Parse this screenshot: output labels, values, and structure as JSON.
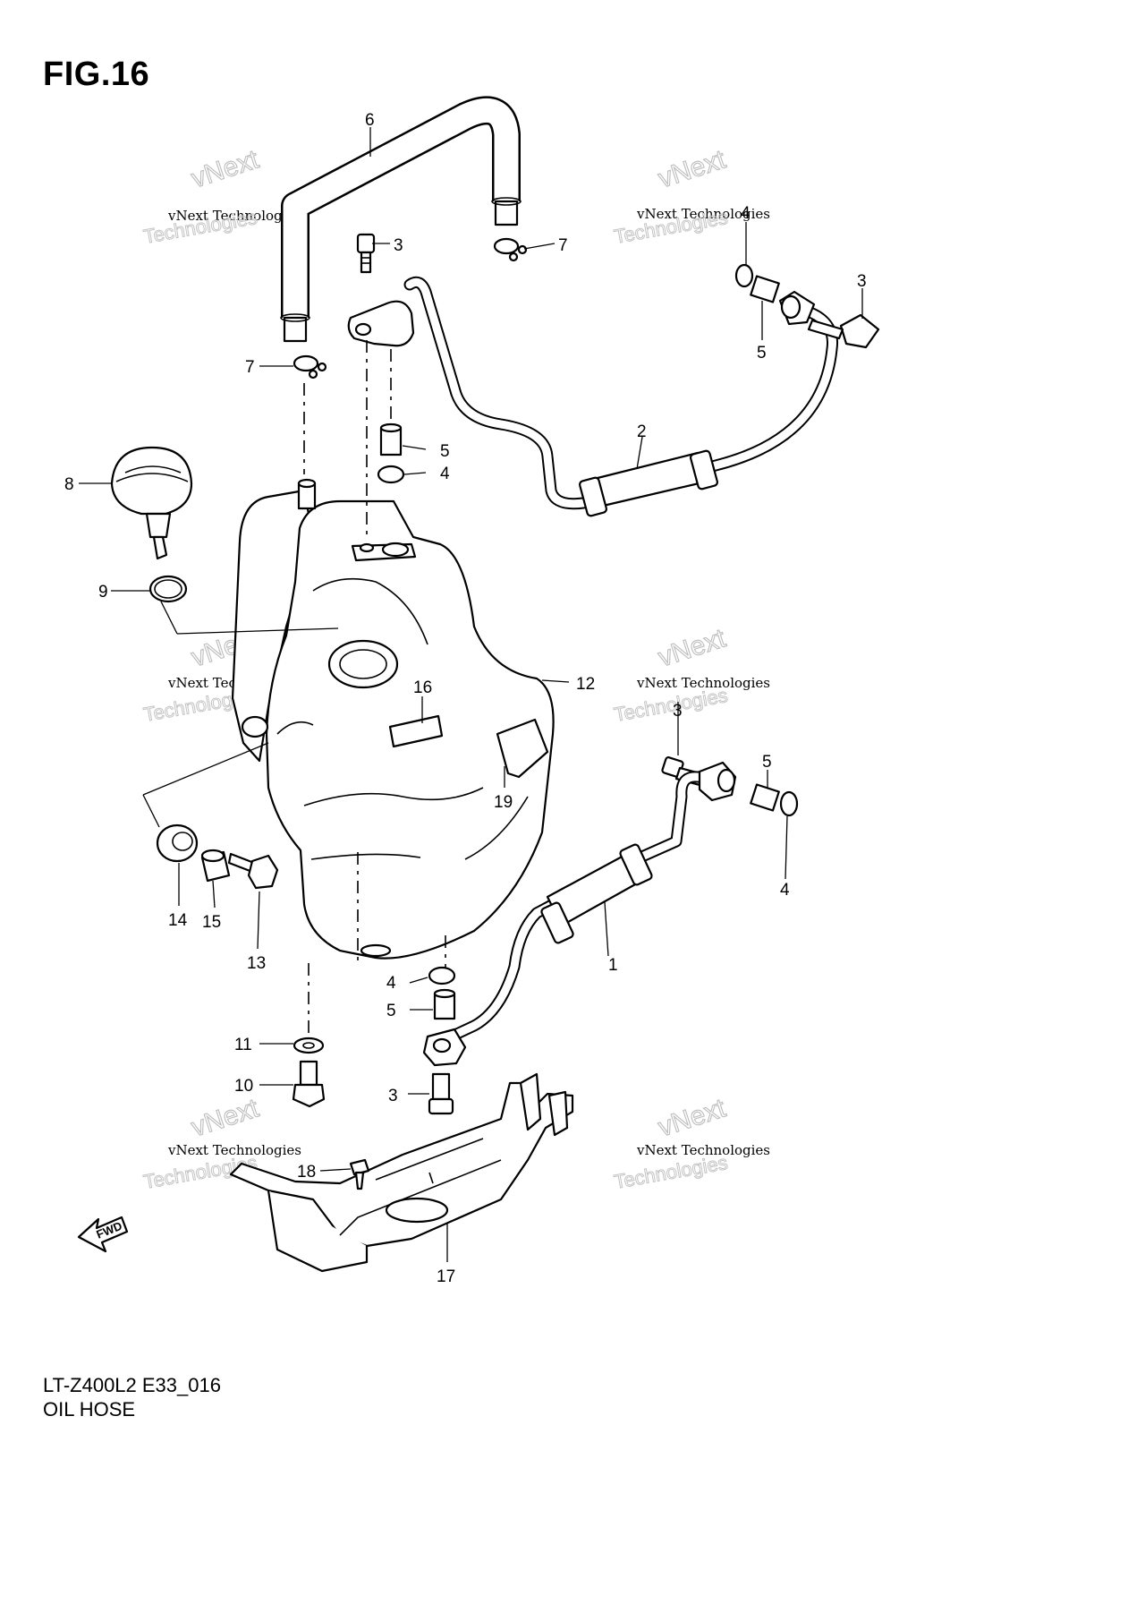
{
  "figure": {
    "title": "FIG.16",
    "model_code": "LT-Z400L2 E33_016",
    "section_name": "OIL HOSE"
  },
  "watermark": {
    "line1": "vNext Technologies",
    "line2": "vNext",
    "line3": "Technologies"
  },
  "fwd_label": "FWD",
  "callouts": [
    "1",
    "2",
    "3",
    "3",
    "3",
    "3",
    "4",
    "4",
    "4",
    "4",
    "5",
    "5",
    "5",
    "5",
    "6",
    "7",
    "7",
    "8",
    "9",
    "10",
    "11",
    "12",
    "13",
    "14",
    "15",
    "16",
    "17",
    "18",
    "19"
  ]
}
